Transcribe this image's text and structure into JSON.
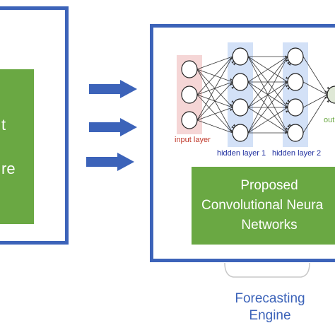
{
  "left_panel": {
    "lines": [
      "t",
      "re"
    ]
  },
  "network": {
    "layers": [
      {
        "name": "input layer",
        "nodes": 3
      },
      {
        "name": "hidden layer 1",
        "nodes": 4
      },
      {
        "name": "hidden layer 2",
        "nodes": 4
      },
      {
        "name": "out",
        "nodes": 1
      }
    ]
  },
  "cnn_box": {
    "lines": [
      "Proposed",
      "Convolutional Neura",
      "Networks"
    ]
  },
  "caption": {
    "lines": [
      "Forecasting",
      "Engine"
    ]
  },
  "colors": {
    "frame": "#3c63b9",
    "green": "#6aa843",
    "input_band": "#f5d6d6",
    "hidden_band": "#d3e1f7",
    "input_text": "#c0392b",
    "hidden_text": "#1f2f9f",
    "output_text": "#6aa843"
  }
}
